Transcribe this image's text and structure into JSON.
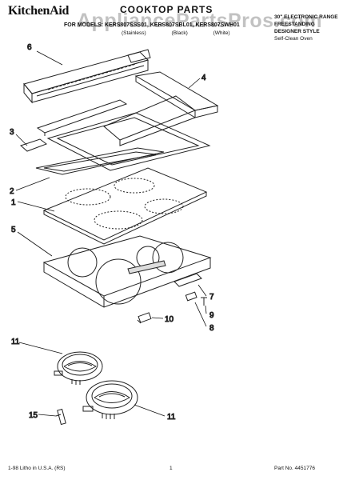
{
  "header": {
    "brand": "KitchenAid",
    "title": "COOKTOP PARTS",
    "watermark": "AppliancePartsPros.com",
    "models": "FOR MODELS: KERS807SSS01, KERS807SBL01, KERS807SWH01",
    "colors": [
      "(Stainless)",
      "(Black)",
      "(White)"
    ],
    "description": [
      "30\" ELECTRONIC RANGE",
      "FREESTANDING",
      "DESIGNER STYLE",
      "Self-Clean Oven"
    ]
  },
  "callouts": [
    "6",
    "4",
    "3",
    "2",
    "1",
    "5",
    "7",
    "9",
    "10",
    "8",
    "11",
    "15",
    "11"
  ],
  "footer": {
    "litho": "1-98 Litho in U.S.A. (RS)",
    "page": "1",
    "part_number": "Part No. 4451776"
  }
}
